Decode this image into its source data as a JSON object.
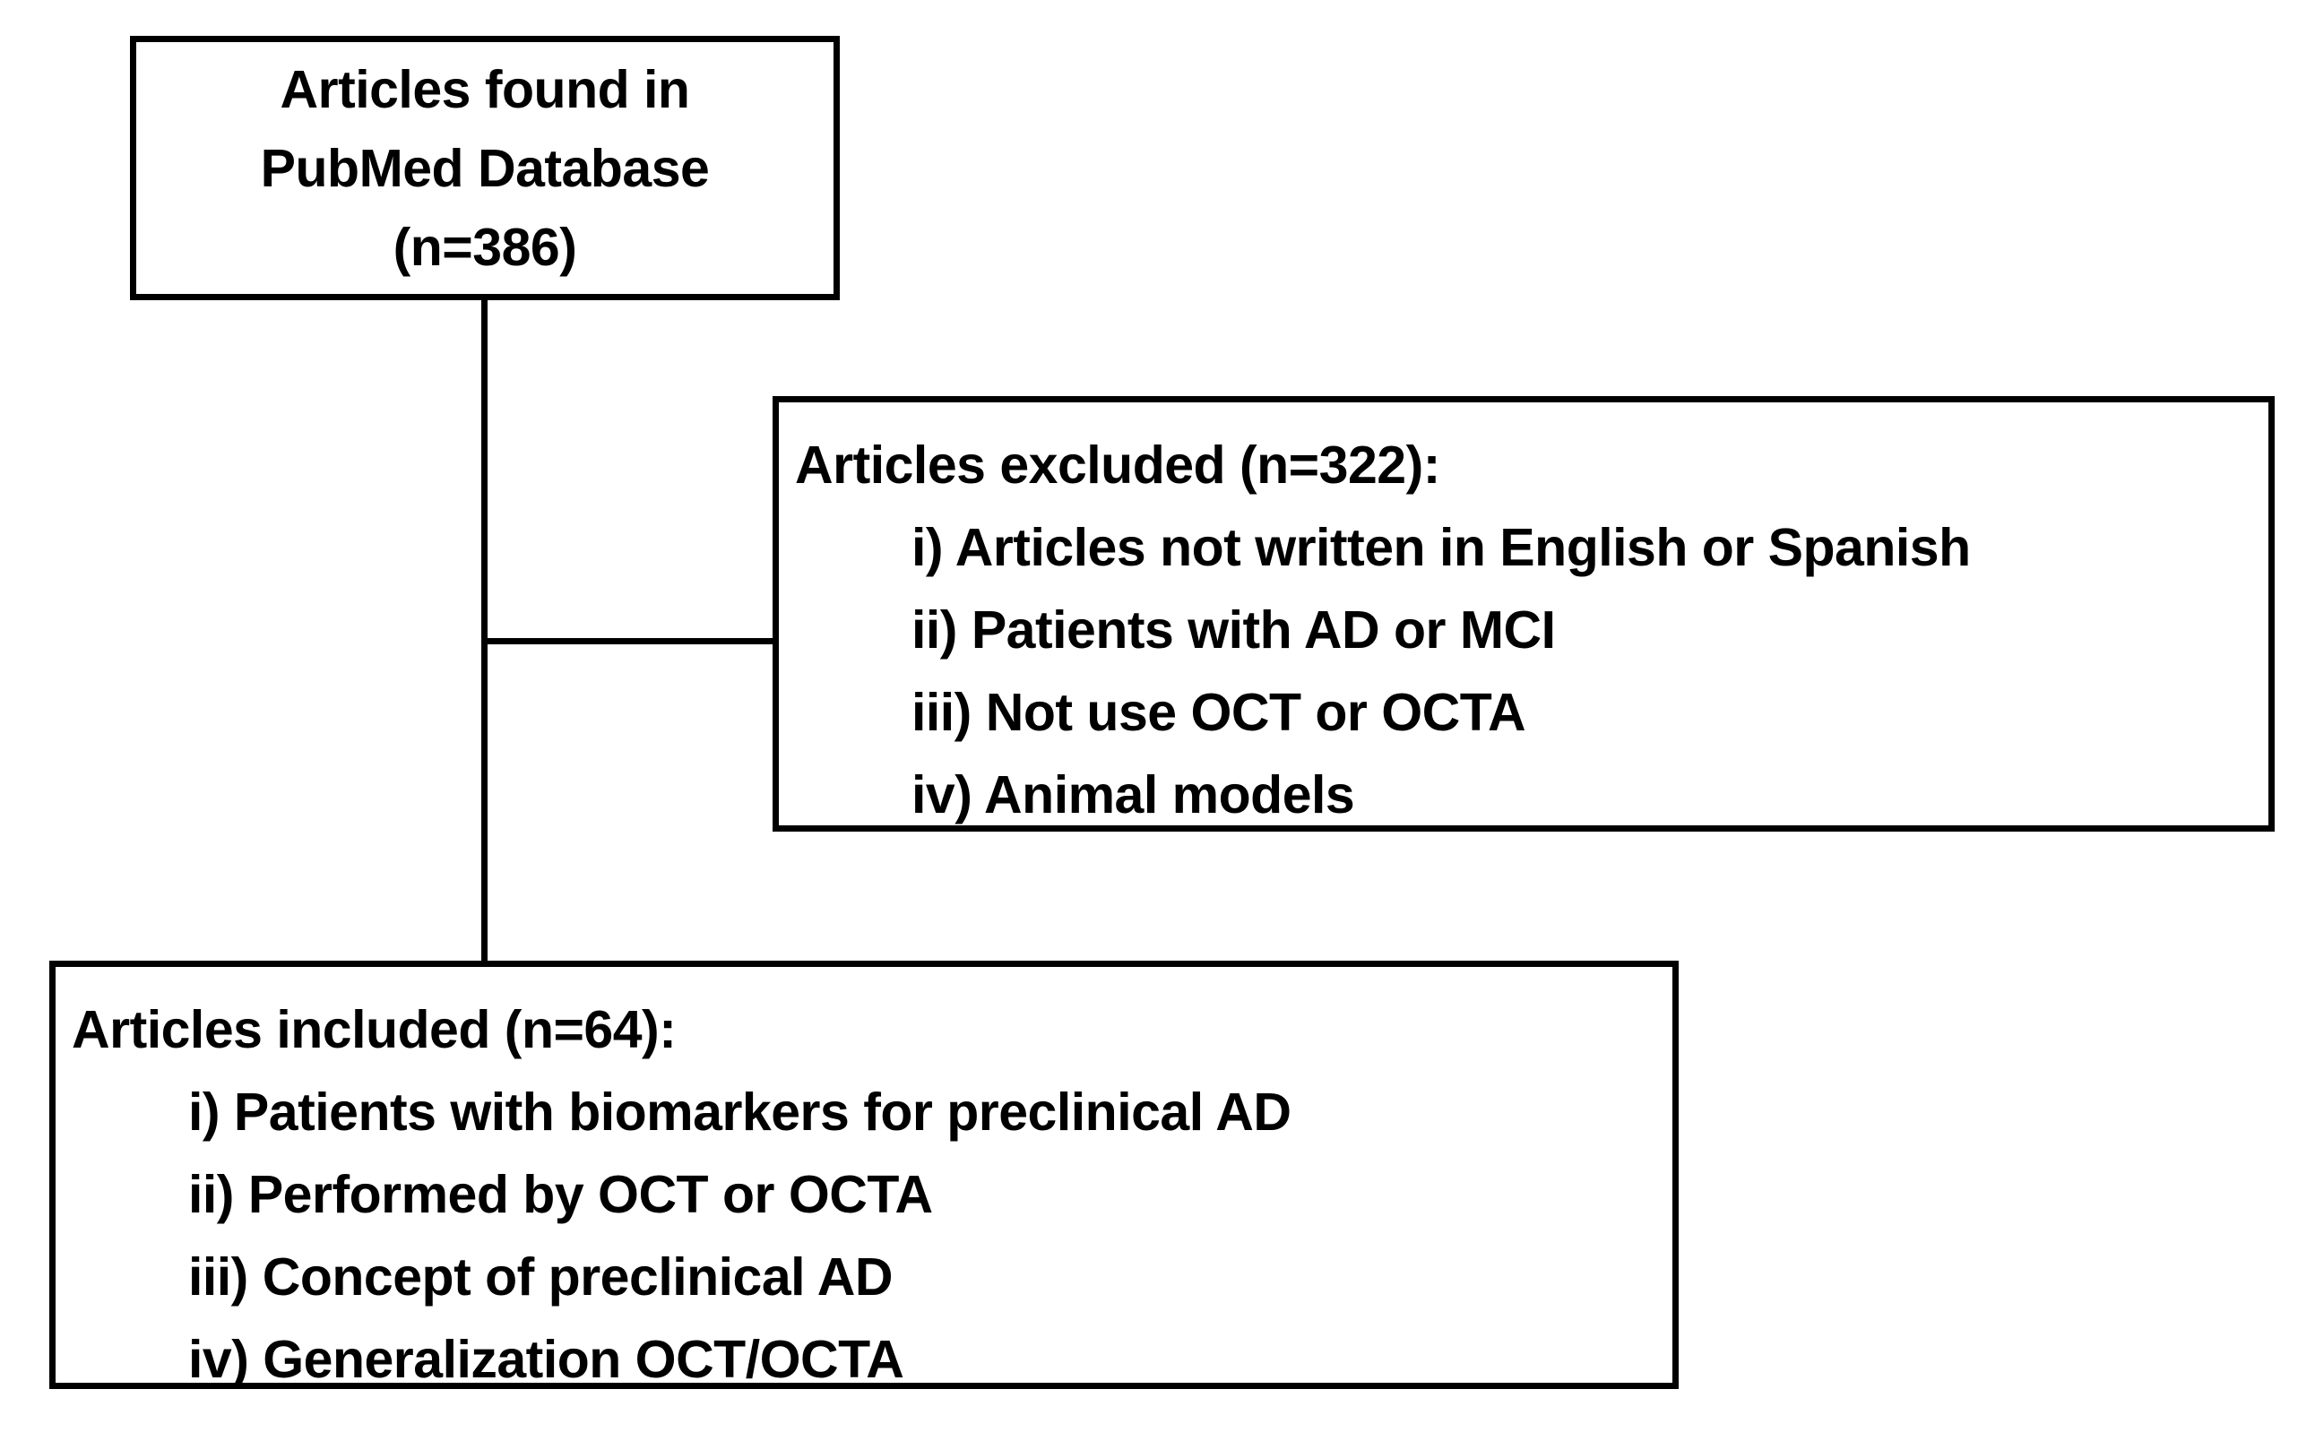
{
  "diagram": {
    "title": "PRISMA article selection flowchart",
    "accent_color": "#000000",
    "background_color": "#ffffff",
    "source_box": {
      "lines": [
        "Articles found in",
        "PubMed Database",
        "(n=386)"
      ]
    },
    "excluded_box": {
      "heading": "Articles excluded (n=322):",
      "items": [
        "i) Articles not written in English or Spanish",
        "ii) Patients with AD or MCI",
        "iii) Not use OCT or OCTA",
        "iv) Animal models"
      ]
    },
    "included_box": {
      "heading": "Articles included (n=64):",
      "items": [
        "i) Patients with biomarkers for preclinical AD",
        "ii) Performed by OCT or OCTA",
        "iii) Concept of preclinical AD",
        "iv) Generalization OCT/OCTA"
      ]
    }
  }
}
